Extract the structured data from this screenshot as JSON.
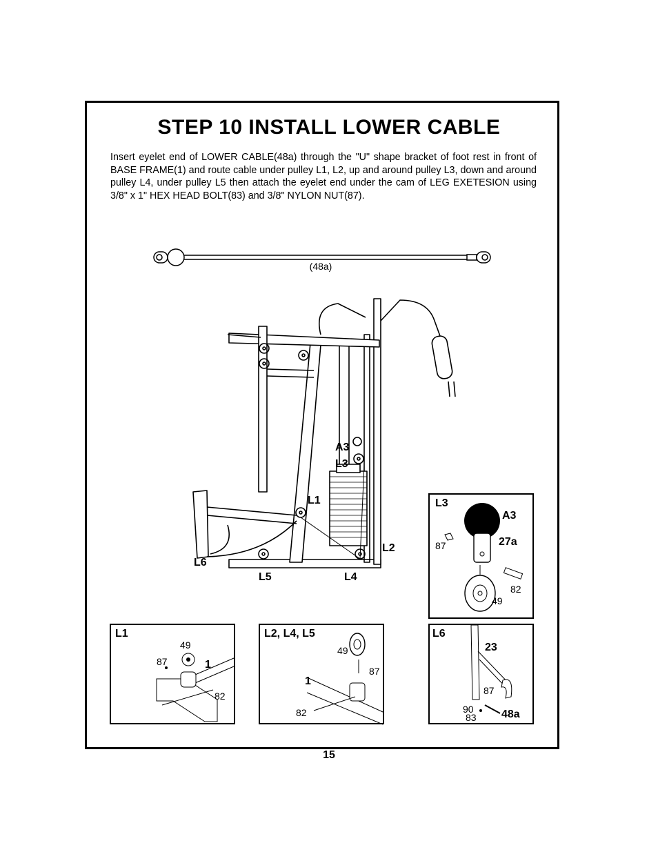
{
  "title": "STEP 10  INSTALL  LOWER  CABLE",
  "instructions": "Insert eyelet end of LOWER CABLE(48a) through the \"U\" shape bracket of foot rest in front of BASE FRAME(1) and route cable under pulley L1, L2, up and around pulley L3, down and around pulley L4, under pulley L5 then attach the eyelet end under the cam of LEG EXETESION using 3/8\" x 1\" HEX HEAD BOLT(83) and 3/8\" NYLON NUT(87).",
  "cable": {
    "label": "(48a)"
  },
  "main_diagram": {
    "labels": {
      "a3": "A3",
      "l3": "L3",
      "l1": "L1",
      "l2": "L2",
      "l6": "L6",
      "l5": "L5",
      "l4": "L4"
    }
  },
  "detail_l3": {
    "title": "L3",
    "a3": "A3",
    "p27a": "27a",
    "p87": "87",
    "p82": "82",
    "p49": "49"
  },
  "detail_l1": {
    "title": "L1",
    "p49": "49",
    "p87": "87",
    "p1": "1",
    "p82": "82"
  },
  "detail_l245": {
    "title": "L2, L4, L5",
    "p49": "49",
    "p87": "87",
    "p1": "1",
    "p82": "82"
  },
  "detail_l6": {
    "title": "L6",
    "p23": "23",
    "p87": "87",
    "p90": "90",
    "p83": "83",
    "p48a": "48a"
  },
  "page_number": "15"
}
